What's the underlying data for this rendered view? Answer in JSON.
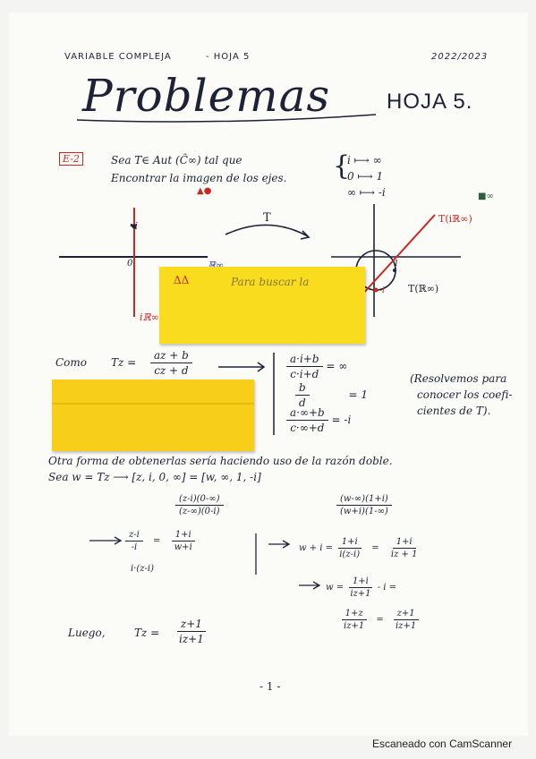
{
  "header": {
    "course": "VARIABLE COMPLEJA",
    "sheet": "- HOJA 5",
    "year": "2022/2023"
  },
  "title": {
    "script": "Problemas",
    "block": "HOJA 5."
  },
  "exercise": {
    "label": "E-2",
    "line1": "Sea T∈ Aut (Ĉ∞)  tal que",
    "line2": "Encontrar la imagen de los ejes.",
    "mapping": [
      "i ⟼ ∞",
      "0 ⟼ 1",
      "∞ ⟼ -i"
    ],
    "red_marks": "▲●",
    "dark_mark": "■∞"
  },
  "diagram": {
    "left_i": "•i",
    "left_0": "0",
    "left_R": "ℝ∞",
    "left_iR": "iℝ∞",
    "arrow_label": "T",
    "right_TiR": "T(iℝ∞)",
    "right_TR": "T(ℝ∞)",
    "right_1": "1",
    "right_mi": "-i"
  },
  "sticky1": {
    "marks": "ΔΔ",
    "text": "Para buscar la"
  },
  "sticky2": {
    "text": ""
  },
  "como": {
    "label": "Como",
    "lhs": "Tz =",
    "num": "az + b",
    "den": "cz + d",
    "sys": [
      {
        "num": "a·i+b",
        "den": "c·i+d",
        "rhs": "= ∞"
      },
      {
        "num": "b",
        "den": "d",
        "rhs": "= 1"
      },
      {
        "num": "a·∞+b",
        "den": "c·∞+d",
        "rhs": "= -i"
      }
    ],
    "note": [
      "(Resolvemos para",
      "conocer los coefi-",
      "cientes de T)."
    ]
  },
  "otra": {
    "line1": "Otra forma de obtenerlas sería haciendo uso de la razón doble.",
    "line2": "Sea  w = Tz  ⟶  [z, i, 0, ∞] = [w, ∞, 1, -i]",
    "f1_num": "(z-i)(0-∞)",
    "f1_den": "(z-∞)(0-i)",
    "f2_num": "(w-∞)(1+i)",
    "f2_den": "(w+i)(1-∞)",
    "f3_num": "z-i",
    "f3_den": "-i",
    "f4_num": "1+i",
    "f4_den": "w+i",
    "f3_below": "i·(z-i)",
    "step1_lhs": "w + i =",
    "step1_num": "1+i",
    "step1_den": "i(z-i)",
    "step1_r_num": "1+i",
    "step1_r_den": "iz + 1",
    "step2_lhs": "w =",
    "step2_num": "1+i",
    "step2_den": "iz+1",
    "step2_tail": "- i =",
    "step3_num": "1+z",
    "step3_den": "iz+1",
    "step3_r_num": "z+1",
    "step3_r_den": "iz+1"
  },
  "luego": {
    "label": "Luego,",
    "lhs": "Tz =",
    "num": "z+1",
    "den": "iz+1"
  },
  "page_number": "- 1 -",
  "footer": "Escaneado con CamScanner"
}
